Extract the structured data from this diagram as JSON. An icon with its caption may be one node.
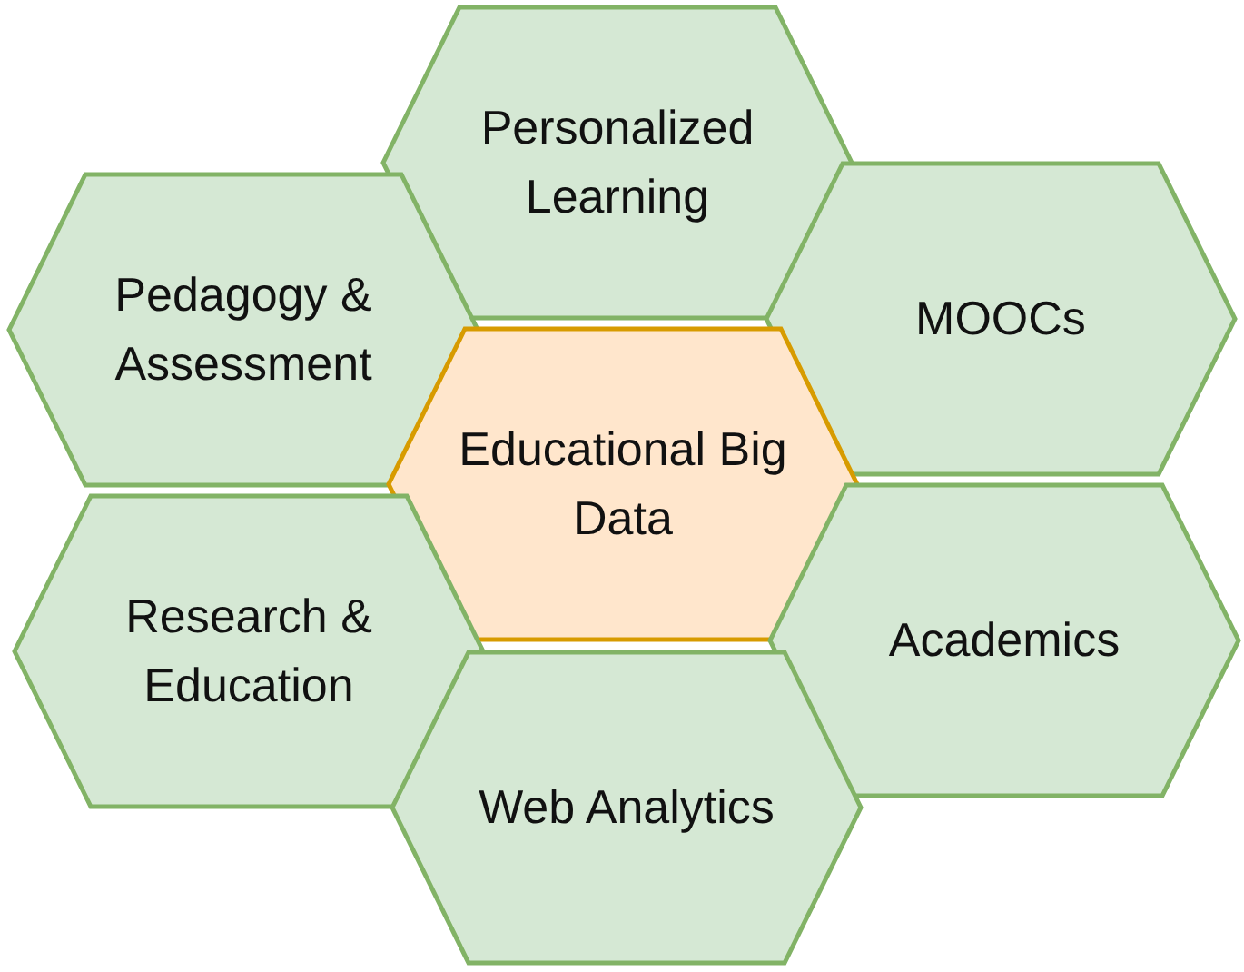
{
  "diagram": {
    "nodes": [
      {
        "text": [
          "Personalized Learning"
        ]
      },
      {
        "text": [
          "Pedagogy & Assessment"
        ]
      },
      {
        "text": [
          "MOOCs"
        ]
      },
      {
        "text": [
          "Educational Big Data"
        ]
      },
      {
        "text": [
          "Research & Education"
        ]
      },
      {
        "text": [
          "Academics"
        ]
      },
      {
        "text": [
          "Web Analytics"
        ]
      }
    ]
  }
}
